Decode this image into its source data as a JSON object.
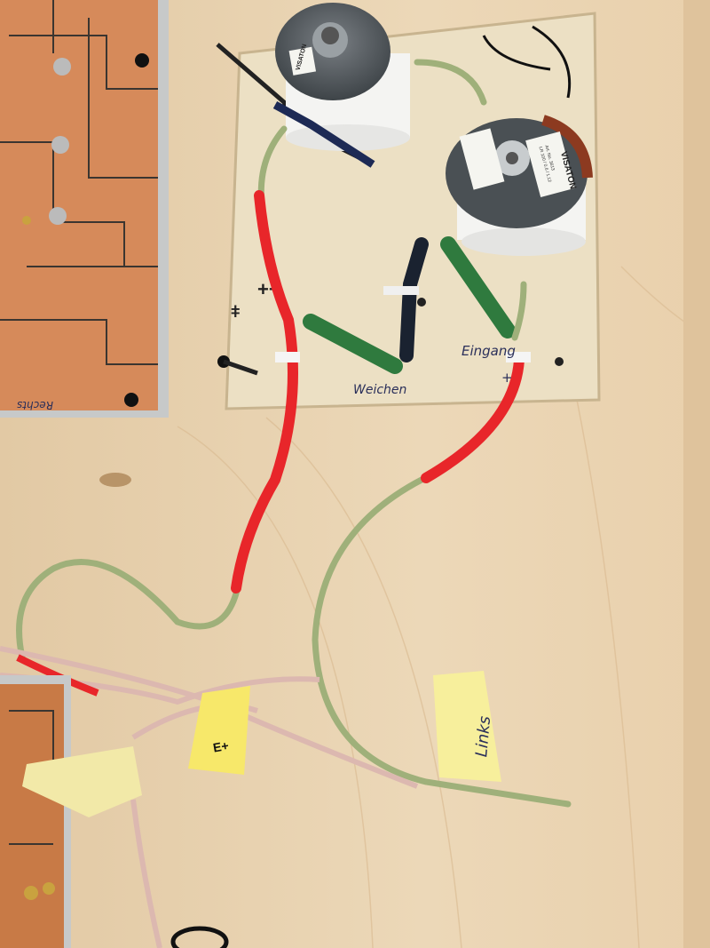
{
  "coil_top": {
    "brand": "VISATON"
  },
  "coil_right": {
    "brand": "VISATON",
    "label_lines": [
      "Art. No. 3613",
      "LR 100 / 0.6 / 1.12"
    ]
  },
  "board_labels": {
    "crossover": "Weichen",
    "input": "Eingang",
    "plus": "+"
  },
  "pcb_label": "Rechts",
  "tape_left": "E+",
  "tape_right": "Links",
  "colors": {
    "wood": "#e6cfae",
    "board": "#ece0c4",
    "copper": "#d68a5a",
    "red_sleeve": "#e8262a",
    "green_resistor": "#2f7a3e",
    "wire": "#9fb07a"
  }
}
